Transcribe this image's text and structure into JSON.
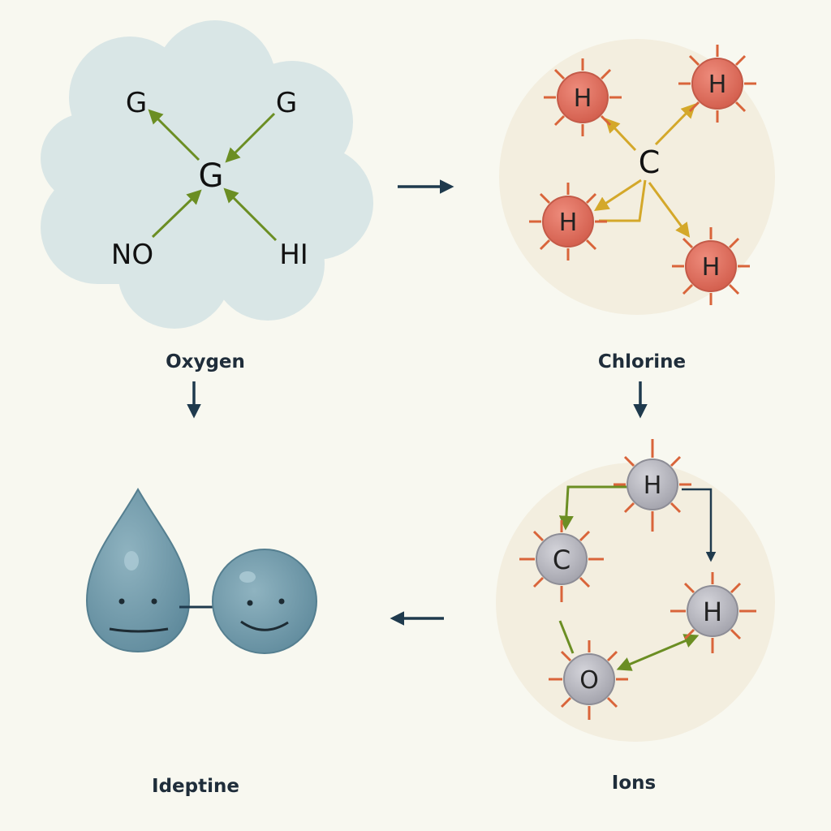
{
  "labels": {
    "oxygen": "Oxygen",
    "chlorine": "Chlorine",
    "ideptine": "Ideptine",
    "ions": "Ions"
  },
  "oxygen_panel": {
    "top_left": "G",
    "top_right": "G",
    "center": "G",
    "bottom_left": "NO",
    "bottom_right": "HI"
  },
  "chlorine_panel": {
    "center": "C",
    "atom_top_left": "H",
    "atom_top_right": "H",
    "atom_left": "H",
    "atom_bottom_right": "H"
  },
  "ions_panel": {
    "atom_top": "H",
    "atom_left": "C",
    "atom_right": "H",
    "atom_bottom": "O"
  },
  "colors": {
    "background": "#f8f8f0",
    "cloud": "#d9e6e6",
    "panel_circle": "#f3eedf",
    "red_atom": "#e07060",
    "grey_atom": "#b9b9c0",
    "ray": "#d9643a",
    "green_arrow": "#6b8e23",
    "yellow_arrow": "#d4a82a",
    "dark_arrow": "#1f3a4d",
    "drop": "#6e98a8"
  }
}
